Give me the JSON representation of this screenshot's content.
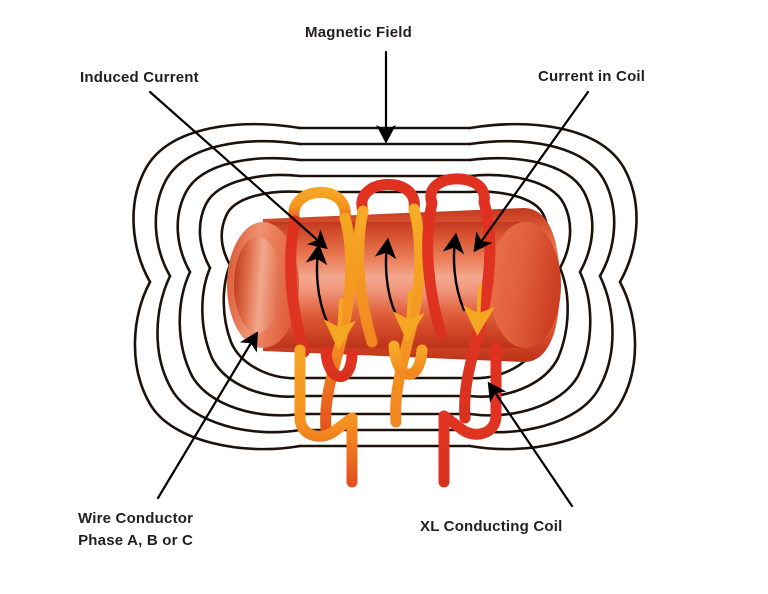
{
  "diagram": {
    "title": "Electromagnetic induction in a coil around a wire conductor",
    "background": "#ffffff"
  },
  "labels": {
    "magnetic_field": "Magnetic Field",
    "induced_current": "Induced Current",
    "current_in_coil": "Current in Coil",
    "wire_conductor_line1": "Wire Conductor",
    "wire_conductor_line2": "Phase A, B or C",
    "conducting_coil": "XL Conducting Coil"
  },
  "colors": {
    "text": "#231f20",
    "pointer": "#000000",
    "field_line": "#1a1008",
    "coil_orange": "#f6a020",
    "coil_red": "#e03224",
    "cylinder_light": "#f1907a",
    "cylinder_mid": "#e4603c",
    "cylinder_dark": "#c7391f",
    "cylinder_edge": "#b1301a"
  },
  "elements": {
    "cylinder": "copper-cylinder",
    "coil_windings": 3,
    "field_loop_count": 5,
    "induced_current_arrows": 3,
    "pointer_arrows": 5
  }
}
